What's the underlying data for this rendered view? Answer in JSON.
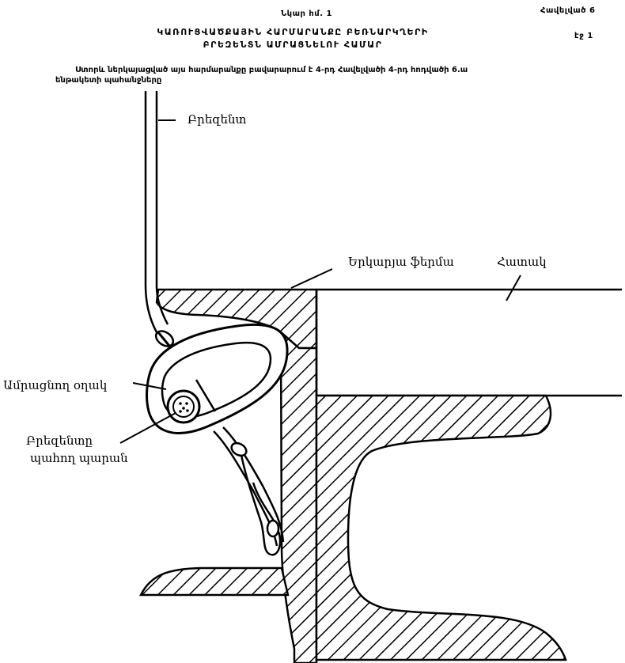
{
  "header": {
    "figure_no": "Նկար հմ. 1",
    "appendix": "Հավելված 6",
    "page": "էջ 1",
    "title_line1": "ԿԱՌՈՒՑՎԱԾՔԱՅԻՆ ՀԱՐՄԱՐԱՆՔԸ ԲԵՌՆԱՐԿՂԵՐԻ",
    "title_line2": "ԲՐԵԶԵՆՏՆ ԱՄՐԱՑՆԵԼՈՒ ՀԱՄԱՐ",
    "note_line1": "Ստորև ներկայացված այս հարմարանքը բավարարում է 4-րդ Հավելվածի 4-րդ հոդվածի 6.ա",
    "note_line2": "ենթակետի պահանջները"
  },
  "labels": {
    "tarpaulin": "Բրեզենտ",
    "long_beam": "Երկարյա ֆերմա",
    "floor": "Հատակ",
    "fastening_ring": "Ամրացնող օղակ",
    "rope_line1": "Բրեզենտը",
    "rope_line2": "պահող պարան"
  }
}
